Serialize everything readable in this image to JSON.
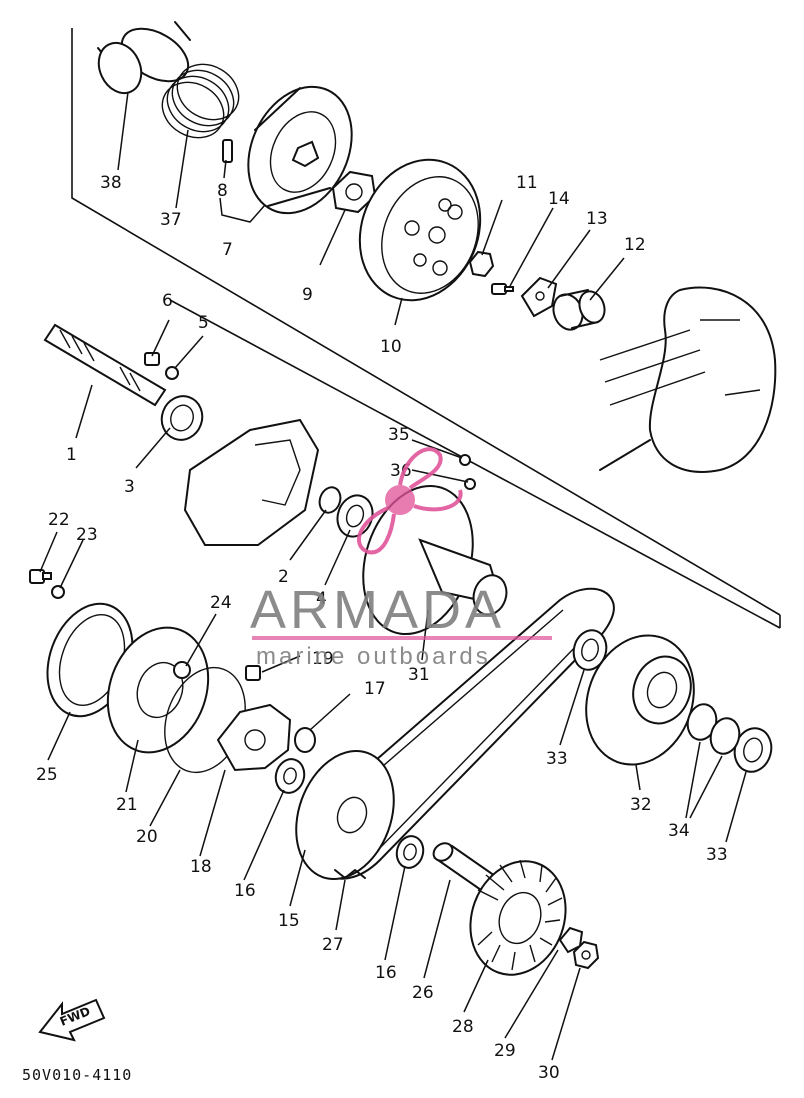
{
  "diagram_code": "50V010-4110",
  "fwd_label": "FWD",
  "watermark": {
    "brand": "ARMADA",
    "tagline": "marine outboards",
    "color": "#e0559a"
  },
  "callouts": [
    "1",
    "2",
    "3",
    "4",
    "5",
    "6",
    "7",
    "8",
    "9",
    "10",
    "11",
    "12",
    "13",
    "14",
    "15",
    "16",
    "16",
    "17",
    "18",
    "19",
    "20",
    "21",
    "22",
    "23",
    "24",
    "25",
    "26",
    "27",
    "28",
    "29",
    "30",
    "31",
    "32",
    "33",
    "33",
    "34",
    "35",
    "36",
    "37",
    "38"
  ]
}
